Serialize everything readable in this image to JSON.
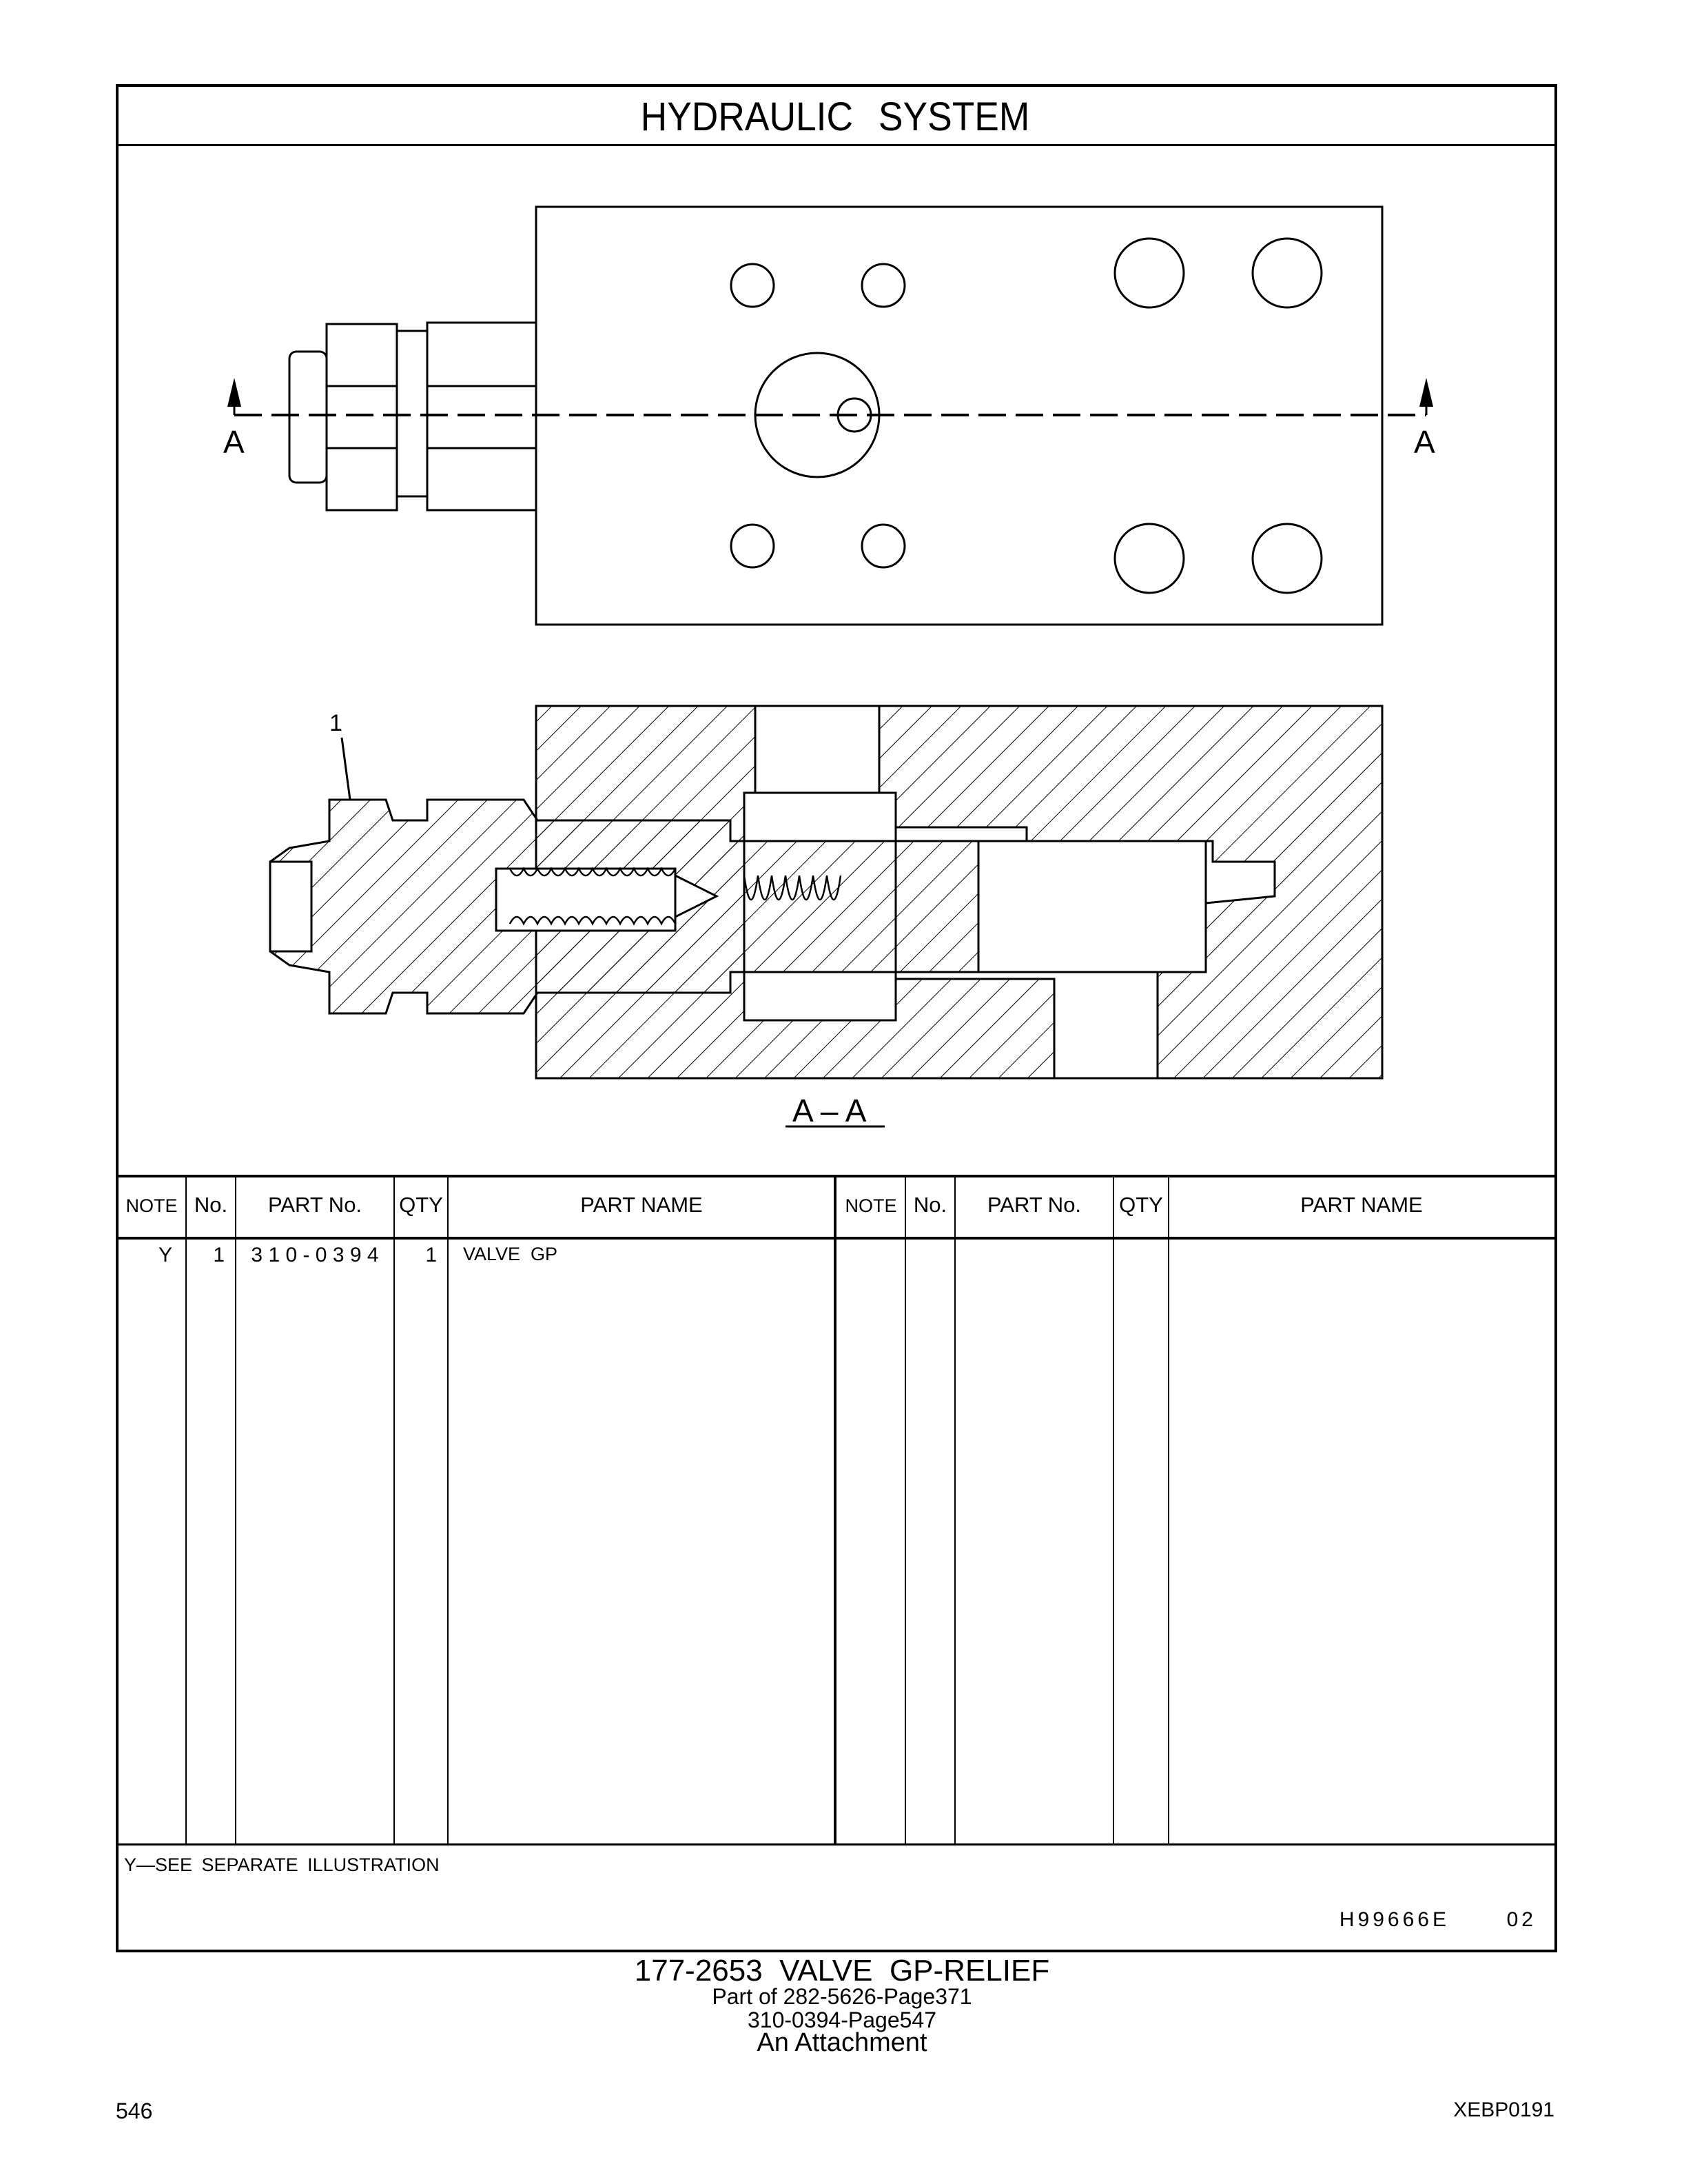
{
  "header": {
    "title": "HYDRAULIC SYSTEM"
  },
  "drawing": {
    "section_label_left": "A",
    "section_label_right": "A",
    "callout": "1",
    "section_view_label": "A – A"
  },
  "table": {
    "columns": [
      "NOTE",
      "No.",
      "PART No.",
      "QTY",
      "PART NAME"
    ],
    "rows": [
      {
        "note": "Y",
        "no": "1",
        "part_no": "3 1 0 - 0 3 9 4",
        "qty": "1",
        "part_name": "VALVE  GP"
      }
    ]
  },
  "footnote": "Y—SEE SEPARATE ILLUSTRATION",
  "illustration_ref": "H99666E  02",
  "caption": {
    "title": "177-2653  VALVE  GP-RELIEF",
    "line1": "Part of 282-5626-Page371",
    "line2": "310-0394-Page547",
    "line3": "An Attachment"
  },
  "page_number": "546",
  "doc_code": "XEBP0191"
}
